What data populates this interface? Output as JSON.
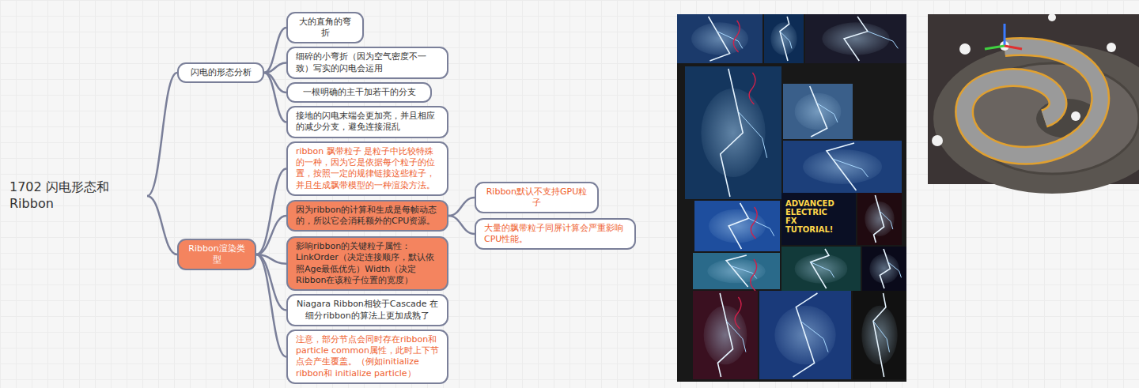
{
  "diagram": {
    "nodes": [
      {
        "text": [
          "1702 闪电形态和Ribbon"
        ]
      },
      {
        "text": [
          "闪电的形态分析"
        ]
      },
      {
        "text": [
          "大的直角的弯折"
        ]
      },
      {
        "text": [
          "细碎的小弯折（因为空气密度不一致）写实的闪电会运用"
        ]
      },
      {
        "text": [
          "一根明确的主干加若干的分支"
        ]
      },
      {
        "text": [
          "接地的闪电末端会更加亮，并且相应的减少分支，避免连接混乱"
        ]
      },
      {
        "text": [
          "Ribbon渲染类型"
        ]
      },
      {
        "text": [
          "ribbon 飘带粒子 是粒子中比较特殊的一种，因为它是依据每个粒子的位置，按照一定的规律链接这些粒子，并且生成飘带模型的一种渲染方法。"
        ]
      },
      {
        "text": [
          "因为ribbon的计算和生成是每帧动态的，所以它会消耗额外的CPU资源。"
        ]
      },
      {
        "text": [
          "Ribbon默认不支持GPU粒子"
        ]
      },
      {
        "text": [
          "大量的飘带粒子同屏计算会严重影响CPU性能。"
        ]
      },
      {
        "text": [
          "影响ribbon的关键粒子属性：LinkOrder（决定连接顺序，默认依照Age最低优先）Width（决定Ribbon在该粒子位置的宽度）"
        ]
      },
      {
        "text": [
          "Niagara Ribbon相较于Cascade 在细分ribbon的算法上更加成熟了"
        ]
      },
      {
        "text": [
          "注意，部分节点会同时存在ribbon和particle common属性，此时上下节点会产生覆盖。（例如initialize ribbon和 initialize particle）"
        ]
      }
    ],
    "edges": [
      {
        "from": 0,
        "to": 1,
        "arrow": "none"
      },
      {
        "from": 0,
        "to": 6,
        "arrow": "none"
      },
      {
        "from": 1,
        "to": 2,
        "arrow": "none"
      },
      {
        "from": 1,
        "to": 3,
        "arrow": "none"
      },
      {
        "from": 1,
        "to": 4,
        "arrow": "none"
      },
      {
        "from": 1,
        "to": 5,
        "arrow": "none"
      },
      {
        "from": 6,
        "to": 7,
        "arrow": "none"
      },
      {
        "from": 6,
        "to": 8,
        "arrow": "none"
      },
      {
        "from": 6,
        "to": 11,
        "arrow": "none"
      },
      {
        "from": 6,
        "to": 12,
        "arrow": "none"
      },
      {
        "from": 6,
        "to": 13,
        "arrow": "none"
      },
      {
        "from": 8,
        "to": 9,
        "arrow": "none"
      },
      {
        "from": 8,
        "to": 10,
        "arrow": "none"
      }
    ],
    "labels": [
      "ADVANCED ELECTRIC FX TUTORIAL!"
    ]
  }
}
